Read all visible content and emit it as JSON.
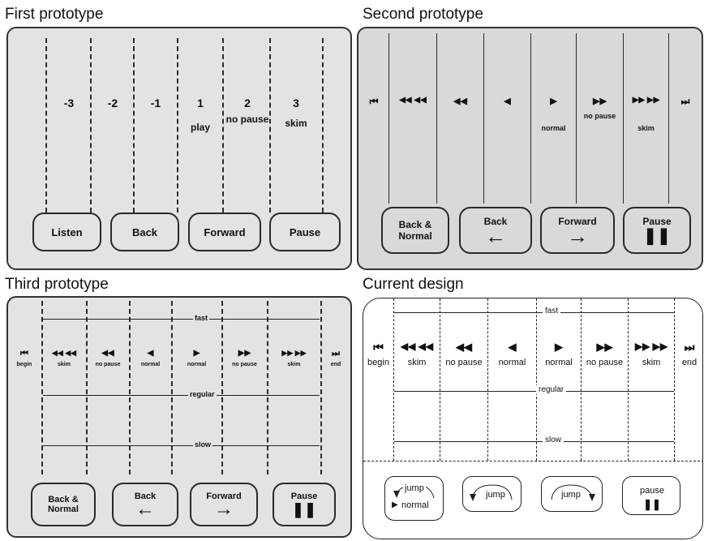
{
  "captions": {
    "first": "First prototype",
    "second": "Second prototype",
    "third": "Third prototype",
    "current": "Current design"
  },
  "first": {
    "columns": [
      {
        "num": "-3",
        "sub": ""
      },
      {
        "num": "-2",
        "sub": ""
      },
      {
        "num": "-1",
        "sub": ""
      },
      {
        "num": "1",
        "sub": "play"
      },
      {
        "num": "2",
        "sub": "no pause"
      },
      {
        "num": "3",
        "sub": "skim"
      }
    ],
    "buttons": [
      "Listen",
      "Back",
      "Forward",
      "Pause"
    ]
  },
  "second": {
    "symbols": [
      "⏮",
      "◀◀ ◀◀",
      "◀◀",
      "◀",
      "▶",
      "▶▶",
      "▶▶ ▶▶",
      "⏭"
    ],
    "labels": {
      "normal": "normal",
      "no_pause": "no pause",
      "skim": "skim"
    },
    "buttons": {
      "back_normal": "Back & Normal",
      "back": "Back",
      "forward": "Forward",
      "pause": "Pause"
    }
  },
  "third": {
    "symbols": [
      "⏮",
      "◀◀ ◀◀",
      "◀◀",
      "◀",
      "▶",
      "▶▶",
      "▶▶ ▶▶",
      "⏭"
    ],
    "labels": [
      "begin",
      "skim",
      "no pause",
      "normal",
      "normal",
      "no pause",
      "skim",
      "end"
    ],
    "speeds": {
      "fast": "fast",
      "regular": "regular",
      "slow": "slow"
    },
    "buttons": {
      "back_normal": "Back & Normal",
      "back": "Back",
      "forward": "Forward",
      "pause": "Pause"
    }
  },
  "current": {
    "symbols": [
      "⏮",
      "◀◀ ◀◀",
      "◀◀",
      "◀",
      "▶",
      "▶▶",
      "▶▶ ▶▶",
      "⏭"
    ],
    "labels": [
      "begin",
      "skim",
      "no pause",
      "normal",
      "normal",
      "no pause",
      "skim",
      "end"
    ],
    "speeds": {
      "fast": "fast",
      "regular": "regular",
      "slow": "slow"
    },
    "buttons": {
      "jump": "jump",
      "normal": "normal",
      "pause": "pause",
      "pause_symbol": "❚❚"
    }
  }
}
